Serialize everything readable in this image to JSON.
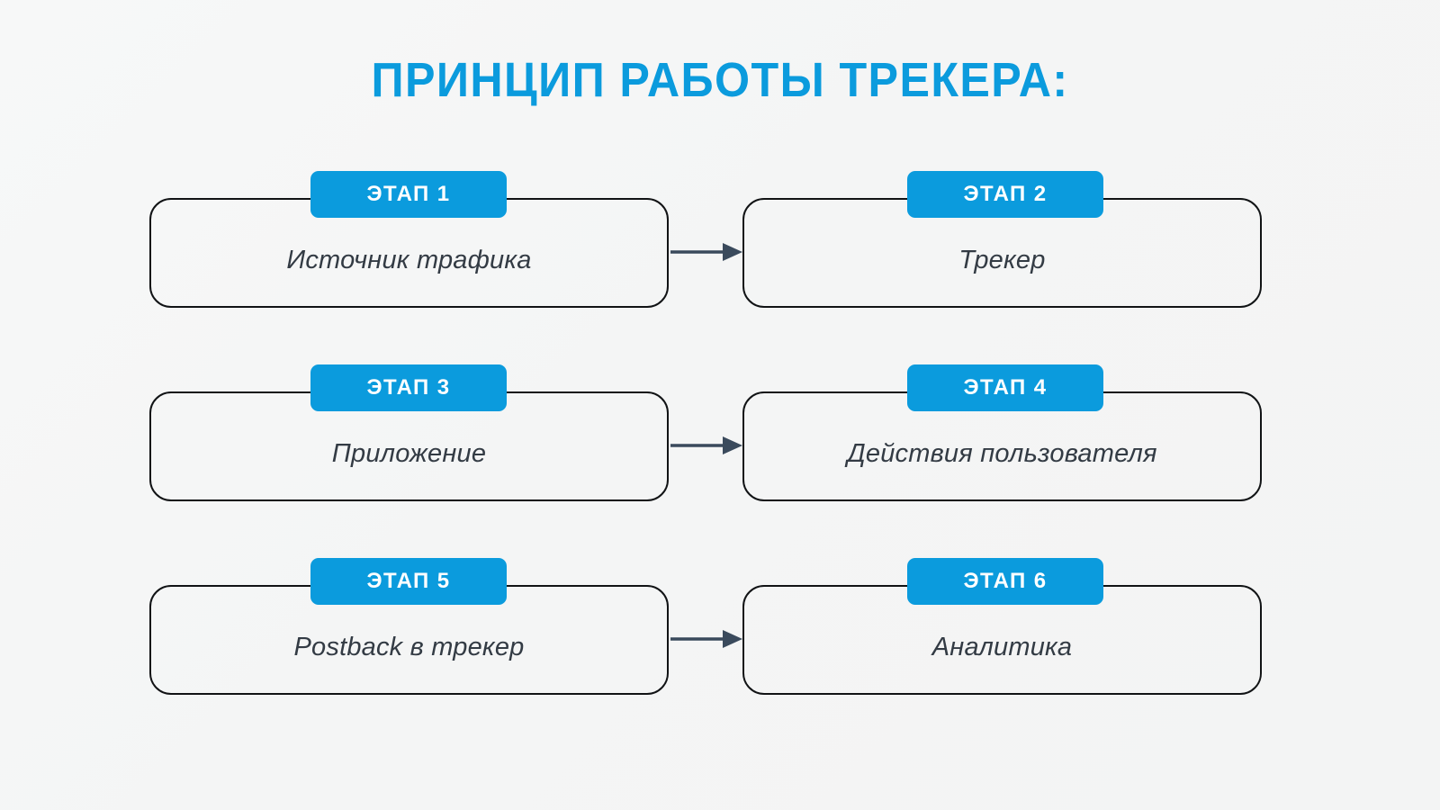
{
  "page": {
    "title": "ПРИНЦИП РАБОТЫ ТРЕКЕРА:",
    "background_color": "#f5f6f6",
    "accent_color": "#0b9bdd",
    "card_border_color": "#111315",
    "card_text_color": "#333b44",
    "arrow_color": "#3a4a5c"
  },
  "steps": [
    {
      "badge": "ЭТАП 1",
      "label": "Источник трафика",
      "column": "left",
      "row": 1
    },
    {
      "badge": "ЭТАП 2",
      "label": "Трекер",
      "column": "right",
      "row": 1
    },
    {
      "badge": "ЭТАП 3",
      "label": "Приложение",
      "column": "left",
      "row": 2
    },
    {
      "badge": "ЭТАП 4",
      "label": "Действия пользователя",
      "column": "right",
      "row": 2
    },
    {
      "badge": "ЭТАП 5",
      "label": "Postback в трекер",
      "column": "left",
      "row": 3
    },
    {
      "badge": "ЭТАП 6",
      "label": "Аналитика",
      "column": "right",
      "row": 3
    }
  ],
  "connectors": [
    {
      "from": "ЭТАП 1",
      "to": "ЭТАП 2",
      "direction": "right"
    },
    {
      "from": "ЭТАП 3",
      "to": "ЭТАП 4",
      "direction": "right"
    },
    {
      "from": "ЭТАП 5",
      "to": "ЭТАП 6",
      "direction": "right"
    }
  ]
}
